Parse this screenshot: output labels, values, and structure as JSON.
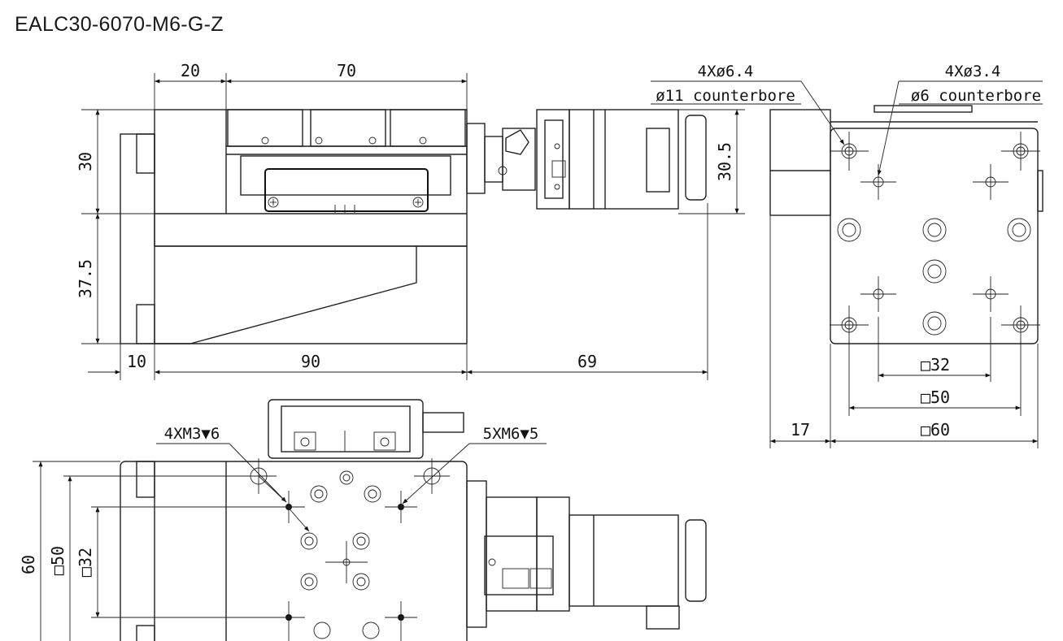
{
  "title": "EALC30-6070-M6-G-Z",
  "dimensions": {
    "d20": "20",
    "d70": "70",
    "d30": "30",
    "d37_5": "37.5",
    "d10": "10",
    "d90": "90",
    "d69": "69",
    "d30_5": "30.5",
    "d17": "17",
    "sq32_right": "□32",
    "sq50_right": "□50",
    "sq60_right": "□60",
    "d60_left": "60",
    "sq50_left": "□50",
    "sq32_left": "□32"
  },
  "notes": {
    "cb_holes_big": "4Xø6.4",
    "cb_big_depth": "ø11 counterbore",
    "cb_holes_small": "4Xø3.4",
    "cb_small_depth": "ø6 counterbore",
    "tap_m3": "4XM3▼6",
    "tap_m6": "5XM6▼5"
  }
}
